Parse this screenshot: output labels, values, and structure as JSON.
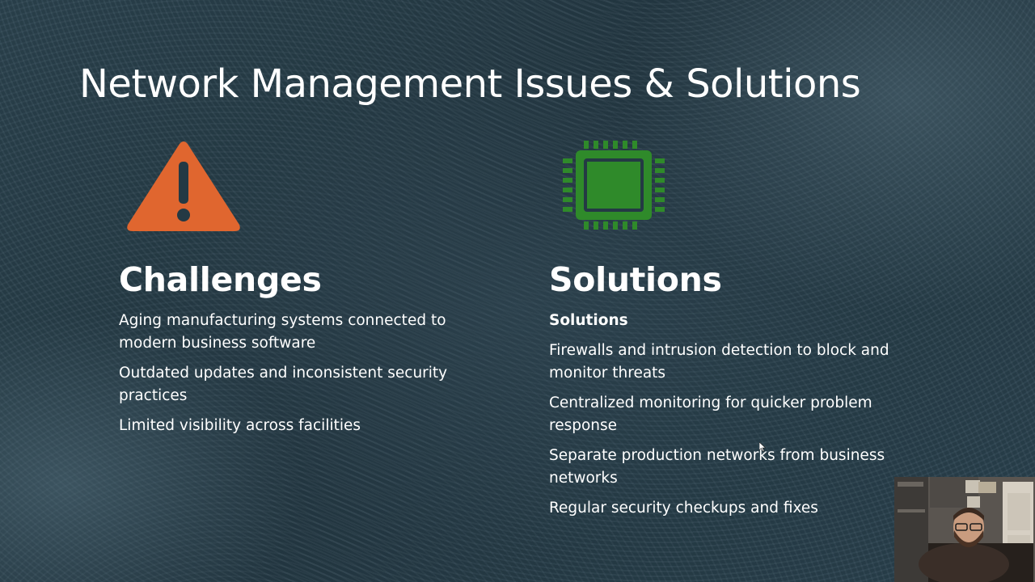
{
  "slide": {
    "title": "Network Management Issues & Solutions",
    "challenges": {
      "heading": "Challenges",
      "items": [
        "Aging manufacturing systems connected to modern business software",
        "Outdated updates and inconsistent security practices",
        "Limited visibility across facilities"
      ]
    },
    "solutions": {
      "heading": "Solutions",
      "subheading": "Solutions",
      "items": [
        "Firewalls and intrusion detection to block and monitor threats",
        "Centralized monitoring for quicker problem response",
        "Separate production networks from business networks",
        "Regular security checkups and fixes"
      ]
    }
  },
  "icons": {
    "challenges_icon": "warning-triangle-icon",
    "solutions_icon": "processor-chip-icon"
  },
  "colors": {
    "warning_orange": "#e0662f",
    "chip_green": "#2f8a2a",
    "text": "#ffffff",
    "background": "#263c47"
  }
}
